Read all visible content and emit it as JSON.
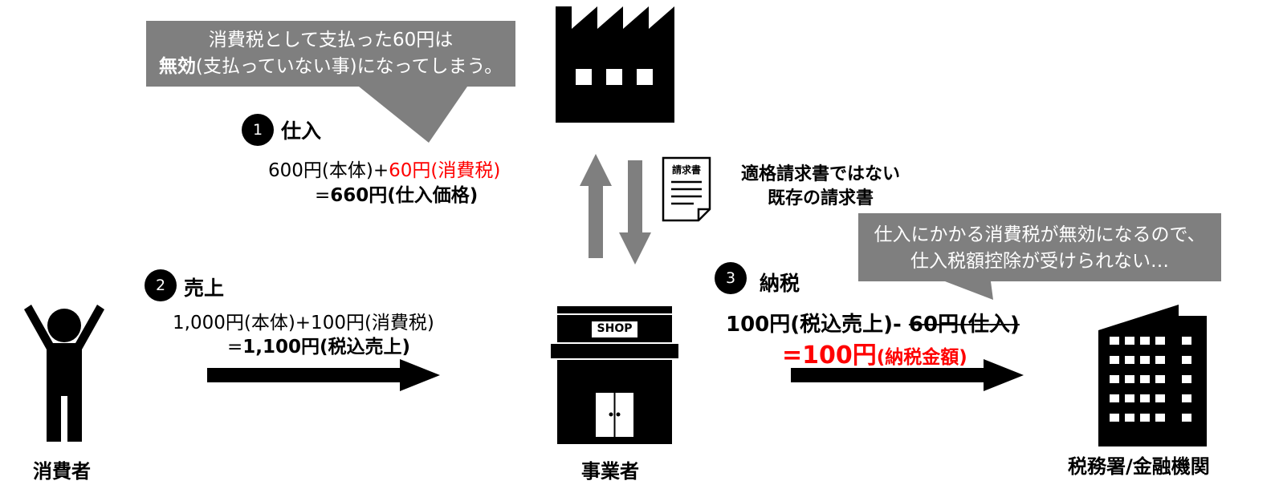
{
  "callout_top": {
    "line1": "消費税として支払った60円は",
    "line2_bold": "無効",
    "line2_rest": "(支払っていない事)になってしまう。"
  },
  "step1": {
    "number": "1",
    "title": "仕入",
    "line1_black": "600円(本体)+",
    "line1_red": "60円(消費税)",
    "line2_prefix": "=",
    "line2_bold": "660円",
    "line2_suffix": "(仕入価格)"
  },
  "invoice": {
    "icon_label": "請求書",
    "line1": "適格請求書ではない",
    "line2": "既存の請求書"
  },
  "callout_right": {
    "line1": "仕入にかかる消費税が無効になるので、",
    "line2": "仕入税額控除が受けられない…"
  },
  "step2": {
    "number": "2",
    "title": "売上",
    "line1": "1,000円(本体)+100円(消費税)",
    "line2_prefix": "=",
    "line2_bold": "1,100円",
    "line2_suffix": "(税込売上)"
  },
  "step3": {
    "number": "3",
    "title": "納税",
    "line1_prefix": "100円(税込売上)- ",
    "line1_strike": "60円(仕入)",
    "line2_prefix": "=",
    "line2_big": "100円",
    "line2_suffix": "(納税金額)"
  },
  "shop_sign": "SHOP",
  "labels": {
    "consumer": "消費者",
    "business": "事業者",
    "tax_office": "税務署/金融機関"
  },
  "colors": {
    "callout_bg": "#7f7f7f",
    "arrow_gray": "#7f7f7f",
    "highlight_red": "#ff0000",
    "icon_black": "#000000"
  },
  "icons": [
    "factory-icon",
    "shop-icon",
    "office-building-icon",
    "person-icon",
    "document-icon"
  ]
}
